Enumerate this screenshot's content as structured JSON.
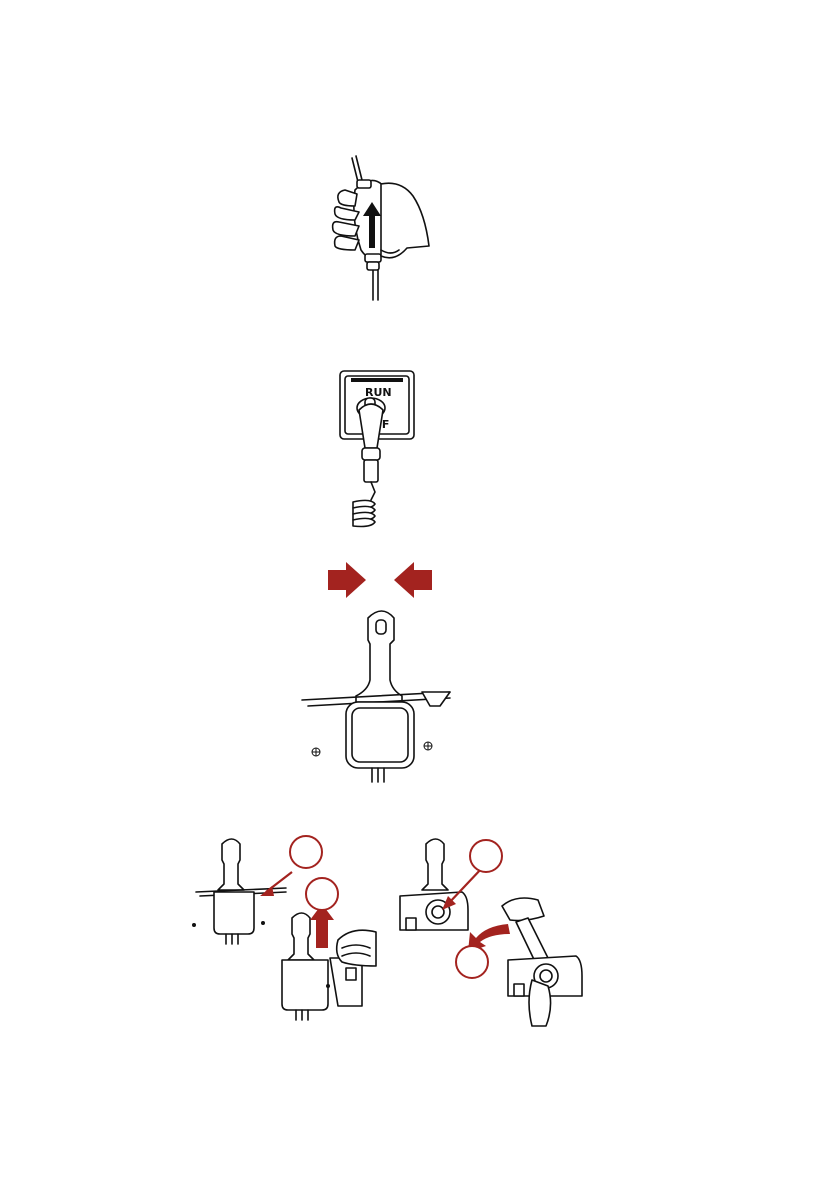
{
  "figures": {
    "primer_bulb": {
      "icon": "primer-bulb-squeeze-illustration"
    },
    "lanyard_switch": {
      "run_label": "RUN",
      "off_label": "OFF"
    },
    "control_handle": {
      "arrow_color": "#a3231f"
    },
    "control_positions": {
      "callout_color": "#a3231f"
    }
  }
}
